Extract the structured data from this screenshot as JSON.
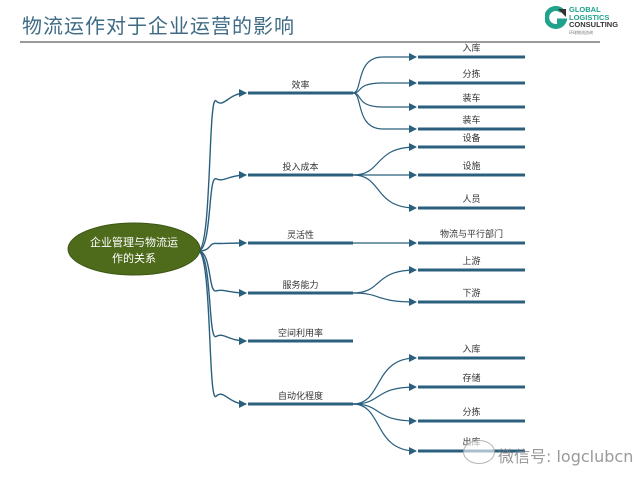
{
  "title": "物流运作对于企业运营的影响",
  "logo": {
    "line1": "GLOBAL",
    "line2": "LOGISTICS",
    "line3": "CONSULTING",
    "subtitle": "环球物流咨询",
    "accent_color": "#1fa38a"
  },
  "mindmap": {
    "root": {
      "line1": "企业管理与物流运",
      "line2": "作的关系",
      "color": "#4e6b1c"
    },
    "branches": [
      {
        "label": "效率",
        "children": [
          "入库",
          "分拣",
          "装车",
          "装车"
        ]
      },
      {
        "label": "投入成本",
        "children": [
          "设备",
          "设施",
          "人员"
        ]
      },
      {
        "label": "灵活性",
        "children": [
          "物流与平行部门"
        ]
      },
      {
        "label": "服务能力",
        "children": [
          "上游",
          "下游"
        ]
      },
      {
        "label": "空间利用率",
        "children": []
      },
      {
        "label": "自动化程度",
        "children": [
          "入库",
          "存储",
          "分拣",
          "出库"
        ]
      }
    ],
    "line_color": "#2b5f7e"
  },
  "watermark": "微信号: logclubcn"
}
